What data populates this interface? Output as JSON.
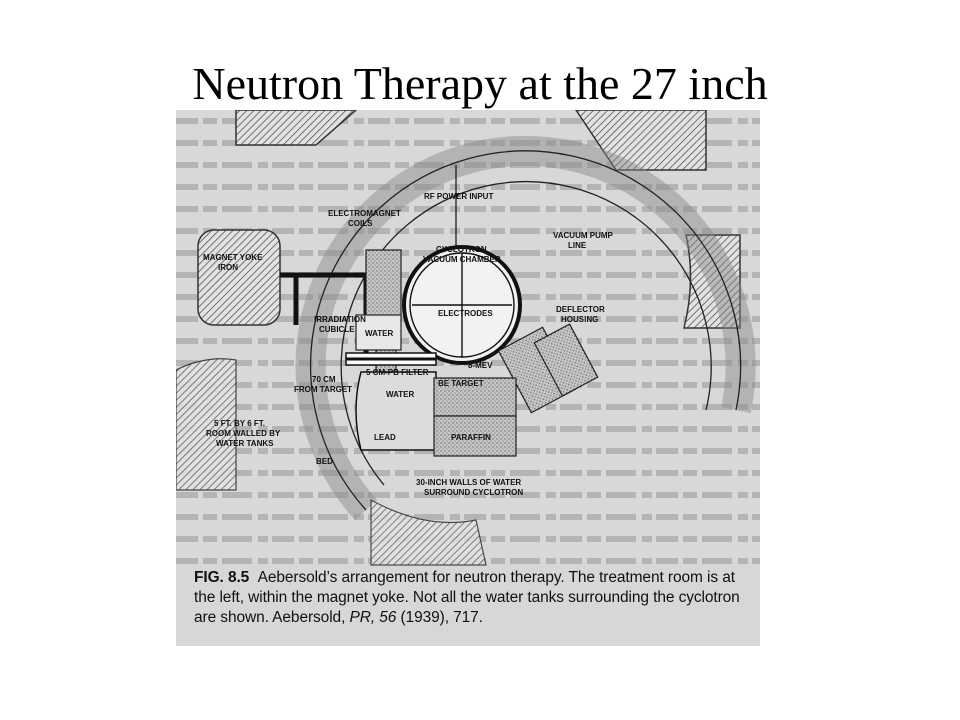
{
  "slide": {
    "title": "Neutron Therapy at the 27 inch"
  },
  "figure": {
    "labels": {
      "electromagnet_coils": [
        "ELECTROMAGNET",
        "COILS"
      ],
      "rf_power_input": "RF POWER INPUT",
      "cyclotron_vacuum_chamber": [
        "CYCLOTRON",
        "VACUUM CHAMBER"
      ],
      "vacuum_pump_line": [
        "VACUUM PUMP",
        "LINE"
      ],
      "magnet_yoke_iron": [
        "MAGNET YOKE",
        "IRON"
      ],
      "irradiation_cubicle": [
        "IRRADIATION",
        "CUBICLE"
      ],
      "water_1": "WATER",
      "electrodes": "ELECTRODES",
      "deflector_housing": [
        "DEFLECTOR",
        "HOUSING"
      ],
      "mev": "8-MEV",
      "filter": "5 CM-PB FILTER",
      "distance": [
        "70 CM",
        "FROM TARGET"
      ],
      "be_target": "BE TARGET",
      "water_2": "WATER",
      "room": [
        "5 FT. BY 6 FT.",
        "ROOM WALLED BY",
        "WATER TANKS"
      ],
      "lead": "LEAD",
      "paraffin": "PARAFFIN",
      "bed": "BED",
      "walls": [
        "30-INCH WALLS OF WATER",
        "SURROUND CYCLOTRON"
      ]
    },
    "caption": {
      "fig_number": "FIG. 8.5",
      "text": "Aebersold’s arrangement for neutron therapy. The treatment room is at the left, within the magnet yoke. Not all the water tanks surrounding the cyclotron are shown. Aebersold, ",
      "citation_journal": "PR, 56",
      "citation_rest": " (1939), 717."
    }
  }
}
